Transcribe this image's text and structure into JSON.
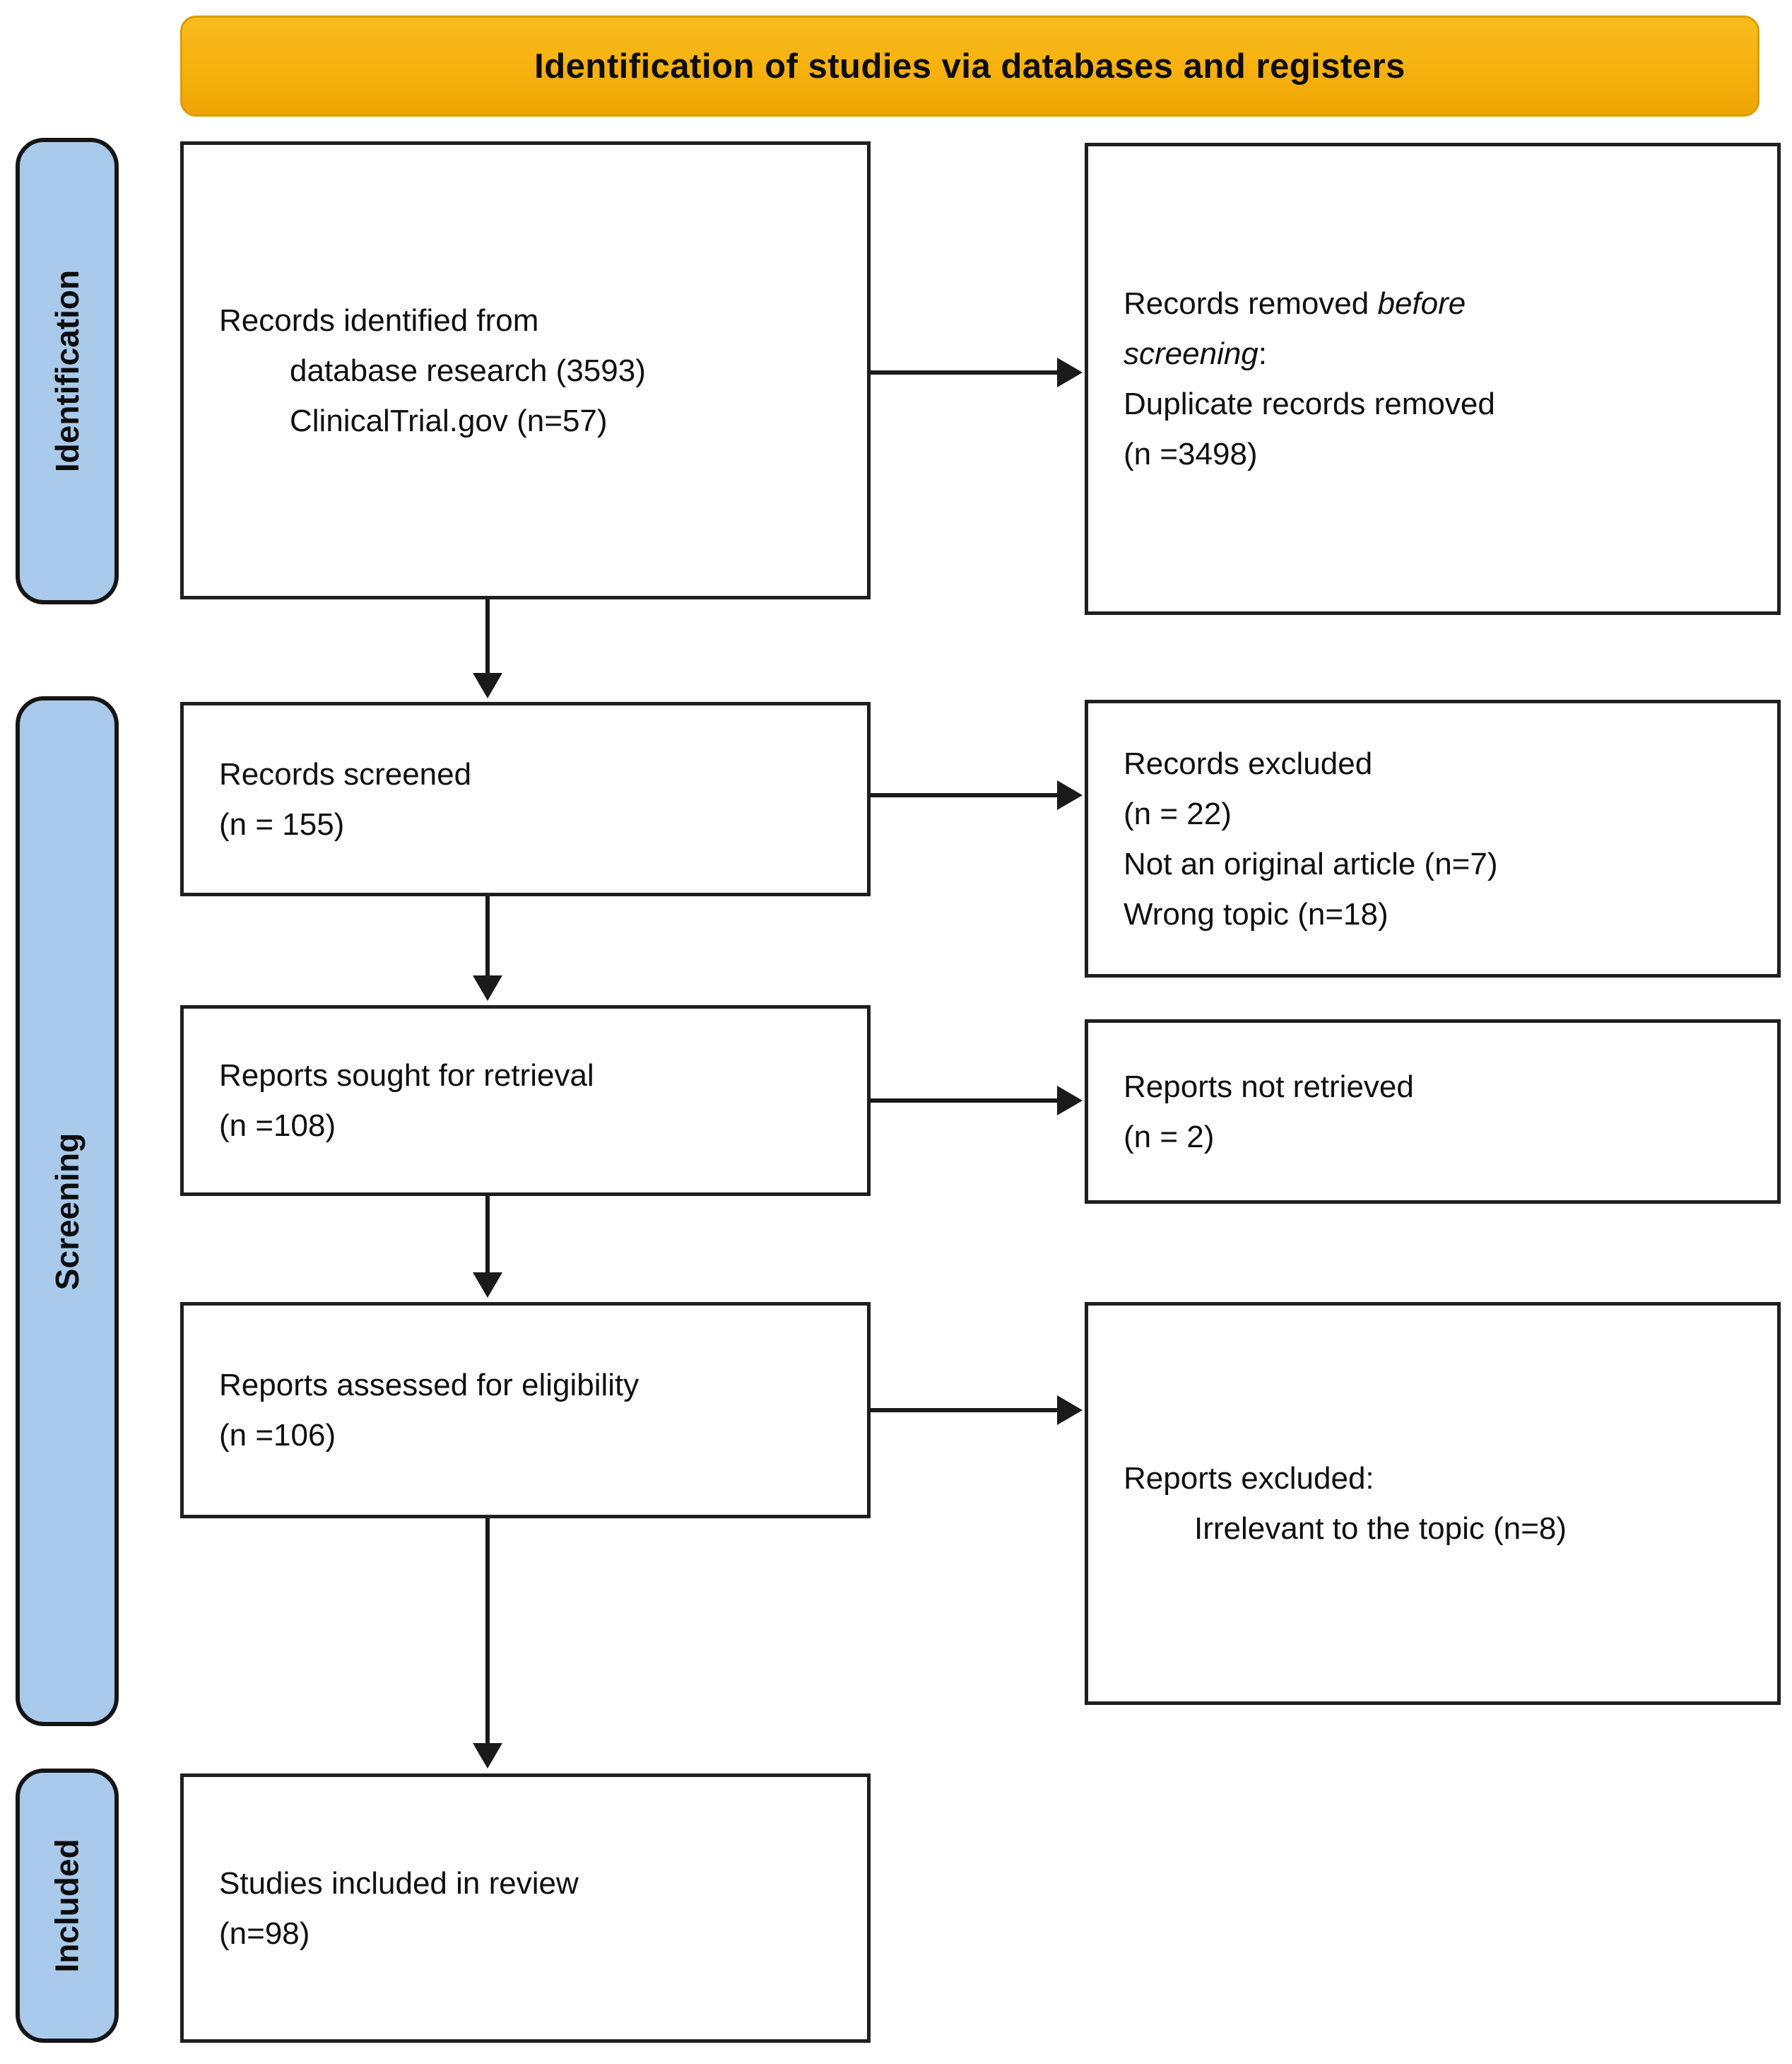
{
  "colors": {
    "header_bg": "#f6b10e",
    "header_border": "#d89e00",
    "sidebar_bg": "#a9caeb",
    "box_border": "#1f1f1f",
    "arrow": "#1a1a1a"
  },
  "header": {
    "title": "Identification of studies via databases and registers"
  },
  "sidebar": [
    {
      "label": "Identification"
    },
    {
      "label": "Screening"
    },
    {
      "label": "Included"
    }
  ],
  "boxes": {
    "records_identified": {
      "line1": "Records identified from",
      "line2": "database research (3593)",
      "line3": "ClinicalTrial.gov (n=57)"
    },
    "records_removed": {
      "line1_normal": "Records removed ",
      "line1_italic": "before",
      "line2_italic": "screening",
      "line2_normal": ":",
      "line3": "Duplicate records removed",
      "line4": "(n =3498)"
    },
    "records_screened": {
      "line1": "Records screened",
      "line2": "(n = 155)"
    },
    "records_excluded": {
      "line1": "Records excluded",
      "line2": "(n = 22)",
      "line3": "Not an original article (n=7)",
      "line4": "Wrong topic (n=18)"
    },
    "reports_sought": {
      "line1": "Reports sought for retrieval",
      "line2": "(n =108)"
    },
    "reports_not_retrieved": {
      "line1": "Reports not retrieved",
      "line2": "(n = 2)"
    },
    "reports_assessed": {
      "line1": "Reports assessed for eligibility",
      "line2": "(n =106)"
    },
    "reports_excluded": {
      "line1": "Reports excluded:",
      "line2": "Irrelevant to the topic (n=8)"
    },
    "studies_included": {
      "line1": "Studies included in review",
      "line2": "(n=98)"
    }
  }
}
